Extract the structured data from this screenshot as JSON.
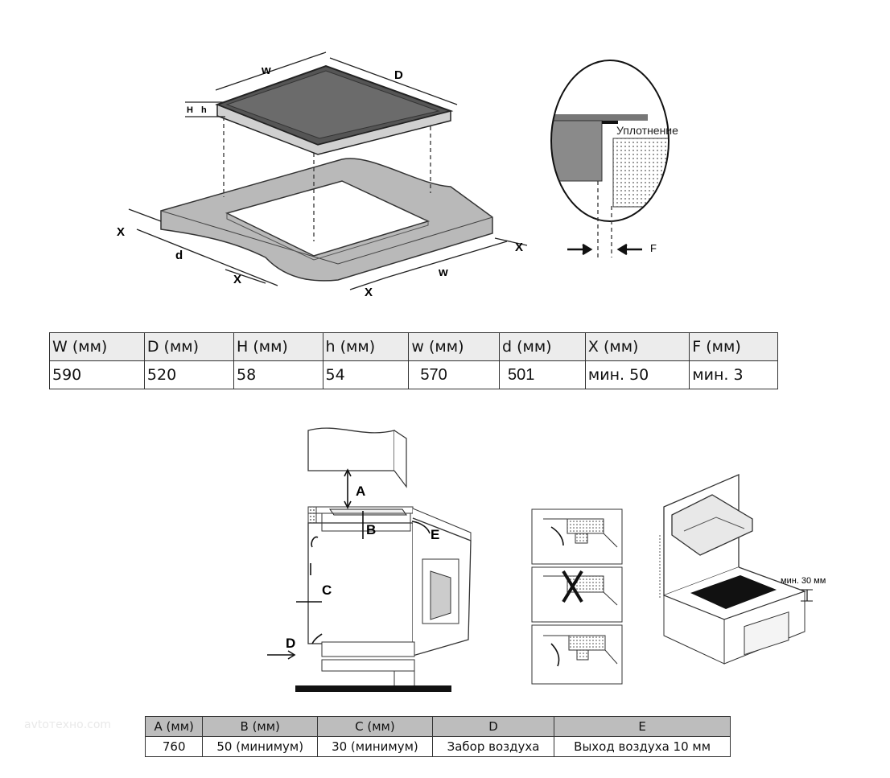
{
  "top_diagram": {
    "labels": {
      "W": "w",
      "D": "D",
      "H": "H",
      "h": "h",
      "x1": "X",
      "x2": "X",
      "x3": "X",
      "x4": "X",
      "d": "d",
      "w": "w"
    }
  },
  "detail": {
    "seal_label": "Уплотнение",
    "f_label": "F"
  },
  "dimensions_table": {
    "headers": [
      "W (мм)",
      "D (мм)",
      "H (мм)",
      "h (мм)",
      "w (мм)",
      "d (мм)",
      "X (мм)",
      "F (мм)"
    ],
    "values": [
      "590",
      "520",
      "58",
      "54",
      "570",
      "501",
      "мин. 50",
      "мин. 3"
    ]
  },
  "install_diagram": {
    "labels": {
      "A": "A",
      "B": "B",
      "C": "C",
      "D": "D",
      "E": "E"
    }
  },
  "hood_diagram": {
    "min_label": "мин. 30 мм"
  },
  "vent_table": {
    "headers": [
      "A (мм)",
      "B (мм)",
      "C (мм)",
      "D",
      "E"
    ],
    "values": [
      "760",
      "50 (минимум)",
      "30 (минимум)",
      "Забор воздуха",
      "Выход воздуха 10 мм"
    ]
  },
  "watermark": "avtoтехно.com"
}
